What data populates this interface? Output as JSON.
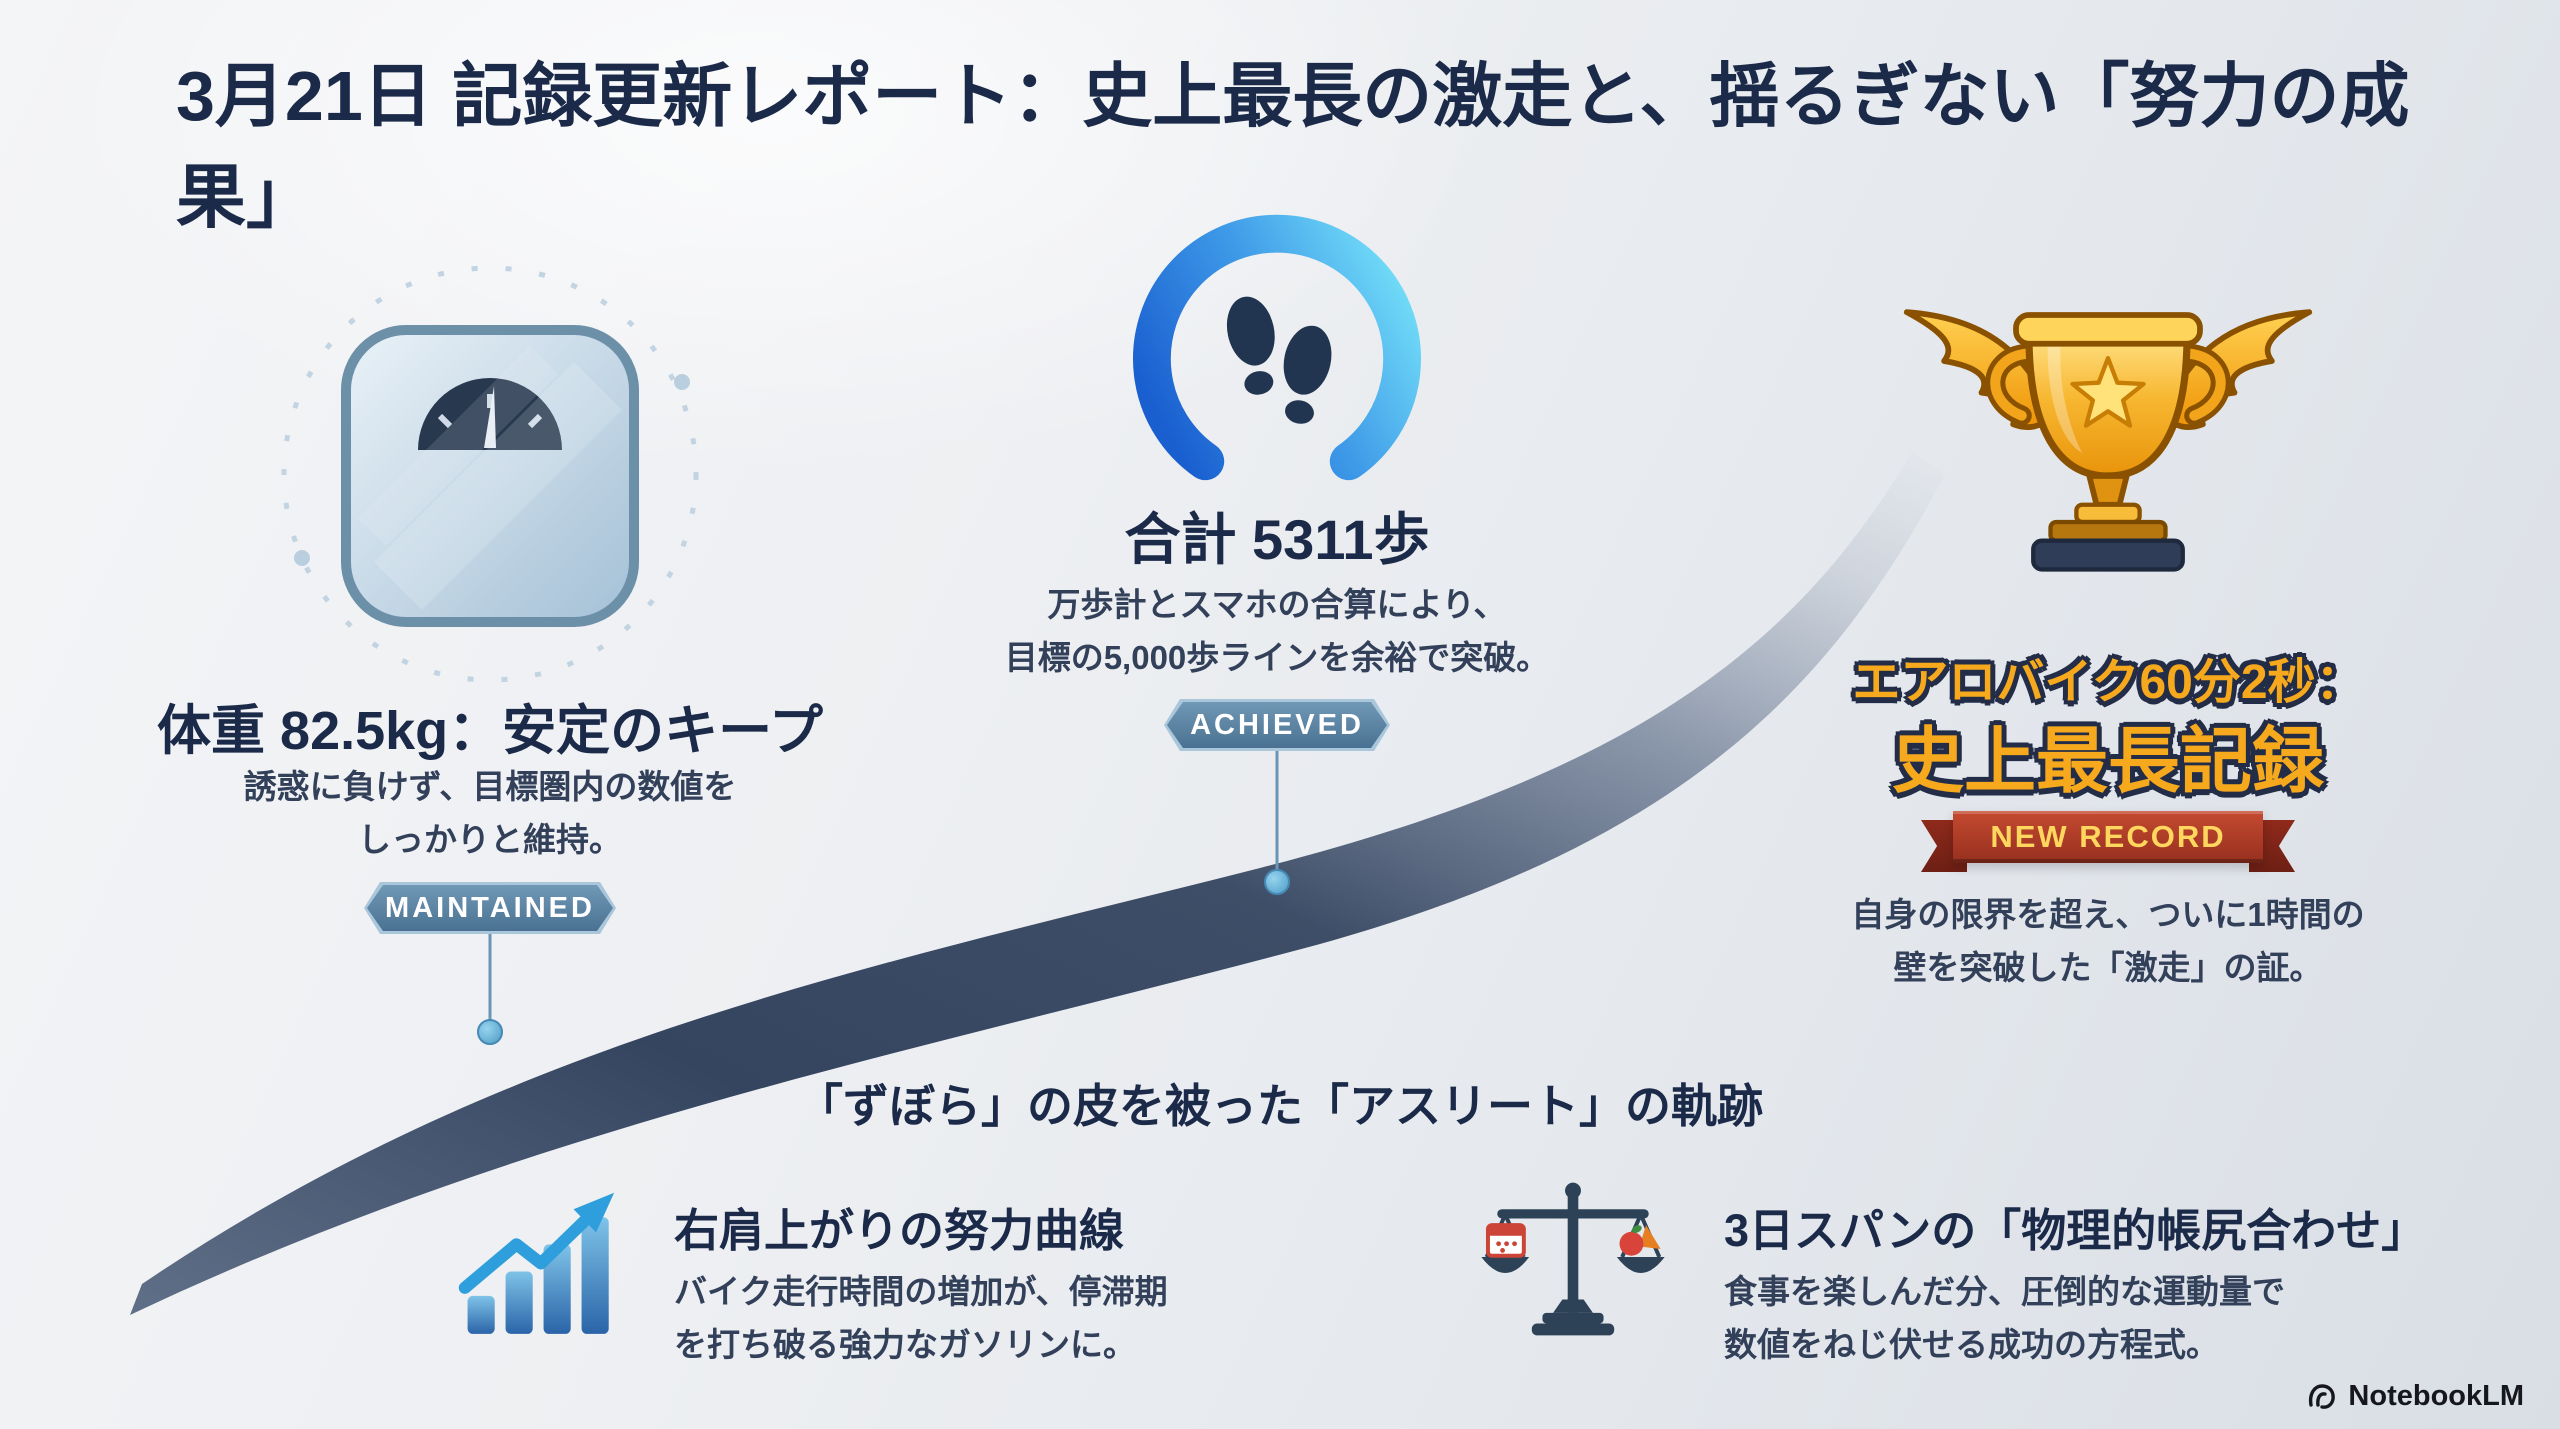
{
  "header": {
    "title": "3月21日 記録更新レポート：史上最長の激走と、揺るぎない「努力の成果」"
  },
  "metrics": {
    "weight": {
      "title": "体重 82.5kg：安定のキープ",
      "desc": [
        "誘惑に負けず、目標圏内の数値を",
        "しっかりと維持。"
      ],
      "badge": "MAINTAINED"
    },
    "steps": {
      "title": "合計 5311歩",
      "desc": [
        "万歩計とスマホの合算により、",
        "目標の5,000歩ラインを余裕で突破。"
      ],
      "badge": "ACHIEVED"
    },
    "record": {
      "title": [
        "エアロバイク60分2秒：",
        "史上最長記録"
      ],
      "badge": "NEW RECORD",
      "desc": [
        "自身の限界を超え、ついに1時間の",
        "壁を突破した「激走」の証。"
      ]
    }
  },
  "trajectory": {
    "heading": "「ずぼら」の皮を被った「アスリート」の軌跡",
    "points": [
      {
        "title": "右肩上がりの努力曲線",
        "desc": [
          "バイク走行時間の増加が、停滞期",
          "を打ち破る強力なガソリンに。"
        ]
      },
      {
        "title": "3日スパンの「物理的帳尻合わせ」",
        "desc": [
          "食事を楽しんだ分、圧倒的な運動量で",
          "数値をねじ伏せる成功の方程式。"
        ]
      }
    ]
  },
  "watermark": "NotebookLM",
  "icons": {
    "scale-icon": "bathroom weight scale",
    "footsteps-gauge-icon": "circular step gauge with footprints",
    "trophy-icon": "winged gold trophy with star",
    "growth-chart-icon": "rising bar chart with arrow",
    "balance-scale-icon": "balance scale weighing calendar vs food",
    "notebooklm-logo-icon": "NotebookLM logo"
  },
  "colors": {
    "navy": "#1b2a49",
    "badge_blue": "#5d87a8",
    "gold": "#f7a91d",
    "ribbon_red": "#a83325",
    "gauge_blue_dark": "#1a5fd0",
    "gauge_cyan": "#6fd9f7",
    "swoosh_navy": "#2b3c58"
  }
}
